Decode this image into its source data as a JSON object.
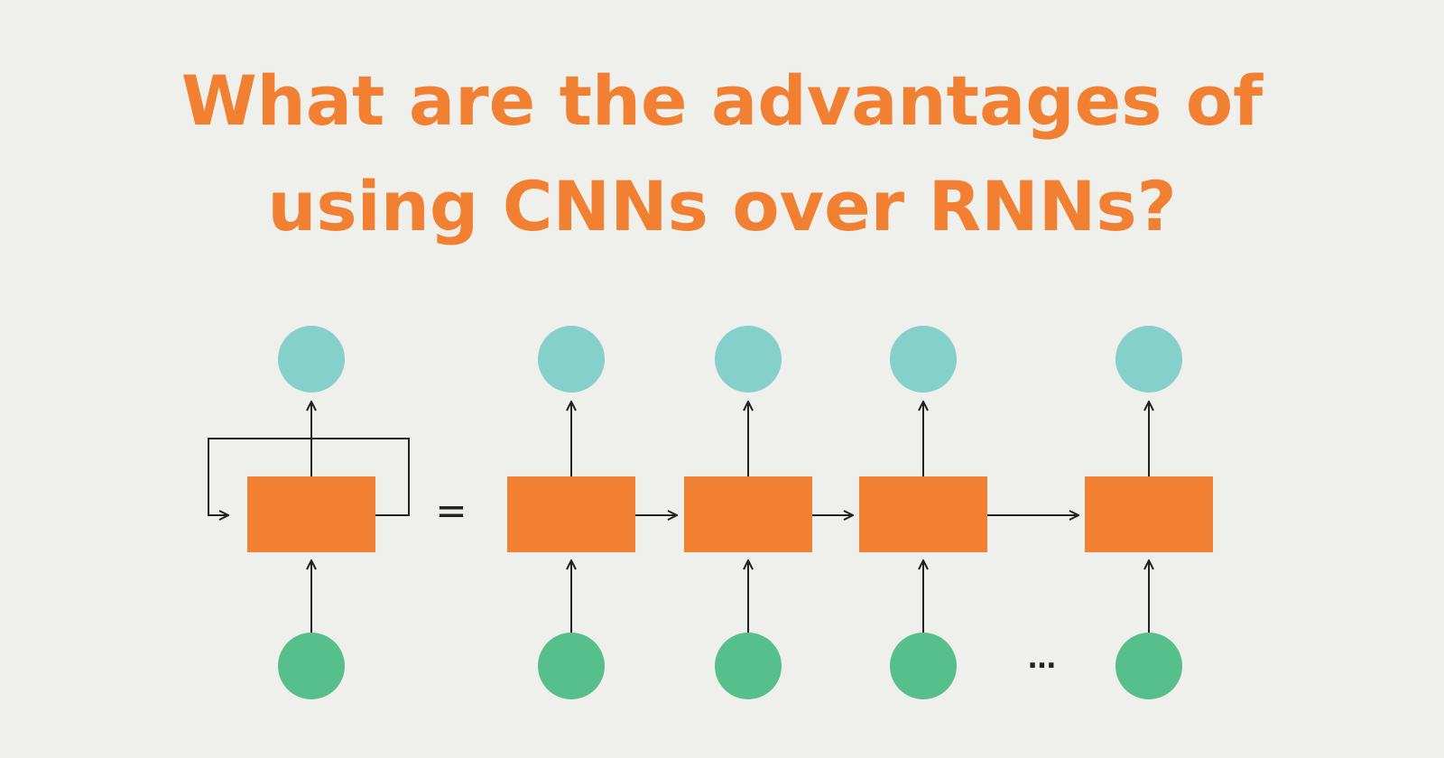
{
  "title": {
    "line1": "What are the advantages of",
    "line2": "using CNNs over RNNs?"
  },
  "diagram": {
    "equals_symbol": "=",
    "ellipsis": "...",
    "colors": {
      "background": "#efefeb",
      "title": "#f28032",
      "hidden_box": "#f28032",
      "output_node": "#86d0cb",
      "input_node": "#56bf8b",
      "arrow": "#222222"
    },
    "folded_rnn": {
      "units": 1,
      "has_recurrent_loop": true
    },
    "unfolded_rnn": {
      "visible_timesteps": 4,
      "gap_marker_before_last": true
    }
  }
}
